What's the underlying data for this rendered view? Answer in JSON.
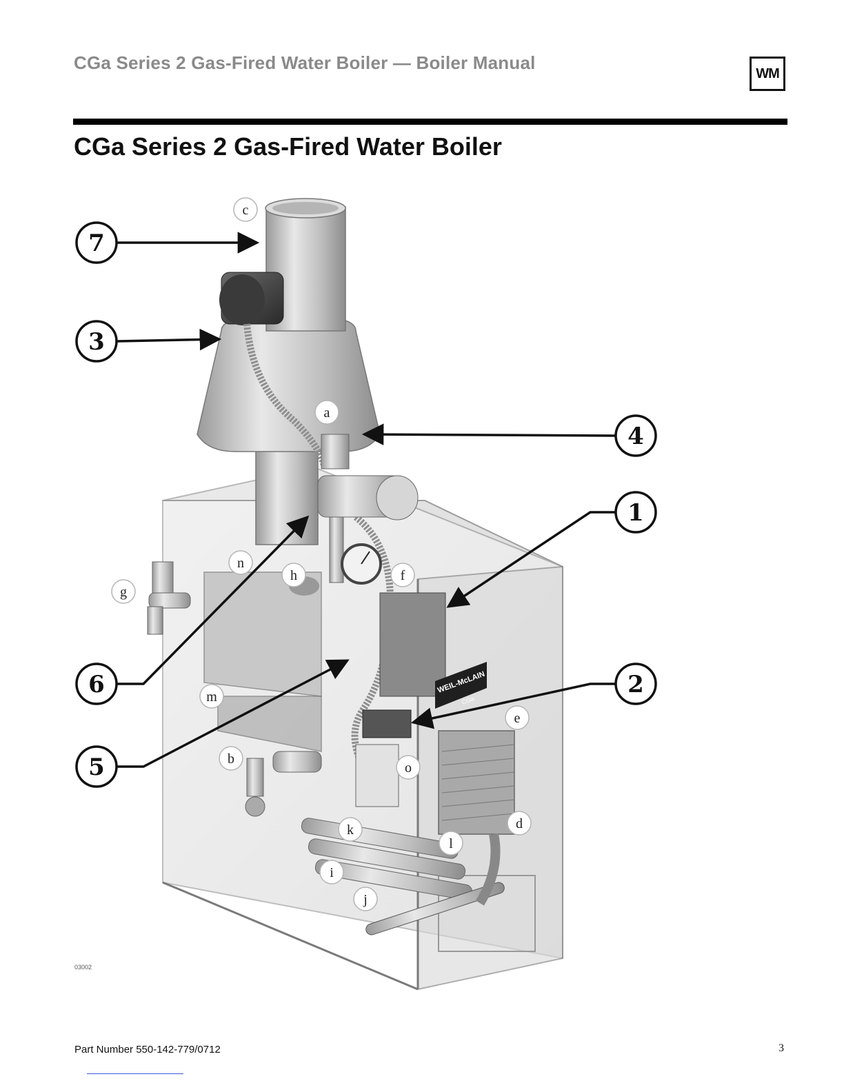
{
  "header": {
    "running_title": "CGa Series 2 Gas-Fired Water Boiler — Boiler Manual",
    "logo_text": "WM"
  },
  "page_title": "CGa Series 2 Gas-Fired Water Boiler",
  "figure": {
    "numbered_callouts": [
      "7",
      "3",
      "4",
      "1",
      "6",
      "2",
      "5"
    ],
    "letter_callouts": [
      "c",
      "a",
      "n",
      "h",
      "f",
      "g",
      "m",
      "e",
      "b",
      "o",
      "d",
      "k",
      "l",
      "i",
      "j"
    ],
    "brand_plate": "WEIL-McLAIN",
    "brand_model": "CGa",
    "figure_code": "03002"
  },
  "footer": {
    "part_number": "Part Number 550-142-779/0712",
    "page_number": "3"
  },
  "colors": {
    "header_gray": "#8a8a8a",
    "rule_black": "#000000",
    "callout_stroke": "#111111"
  }
}
